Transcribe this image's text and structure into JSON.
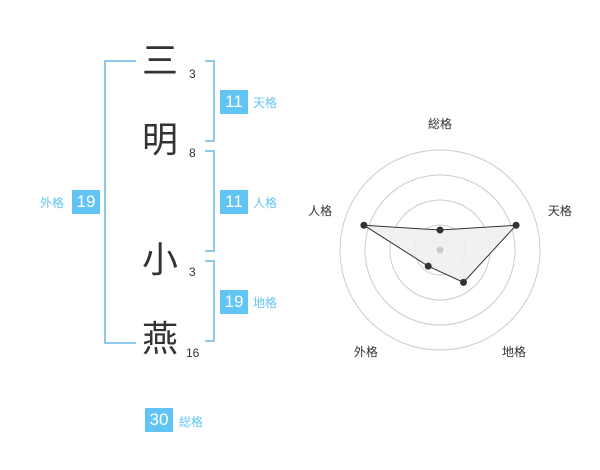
{
  "name": {
    "surname": [
      {
        "char": "三",
        "strokes": "3"
      },
      {
        "char": "明",
        "strokes": "8"
      }
    ],
    "given": [
      {
        "char": "小",
        "strokes": "3"
      },
      {
        "char": "燕",
        "strokes": "16"
      }
    ]
  },
  "kaku": {
    "tenkaku": {
      "label": "天格",
      "value": "11"
    },
    "jinkaku": {
      "label": "人格",
      "value": "11"
    },
    "chikaku": {
      "label": "地格",
      "value": "19"
    },
    "gaikaku": {
      "label": "外格",
      "value": "19"
    },
    "soukaku": {
      "label": "総格",
      "value": "30"
    }
  },
  "colors": {
    "badge": "#62c4f4",
    "label": "#62c4f4",
    "bracket": "#8ec8ec",
    "grid": "#cccccc",
    "polygon_fill": "#eeeeee",
    "polygon_line": "#333333"
  },
  "chart_data": {
    "type": "radar",
    "axes": [
      "総格",
      "天格",
      "地格",
      "外格",
      "人格"
    ],
    "values": [
      1,
      4,
      2,
      1,
      4
    ],
    "max": 5,
    "rings": 4
  }
}
